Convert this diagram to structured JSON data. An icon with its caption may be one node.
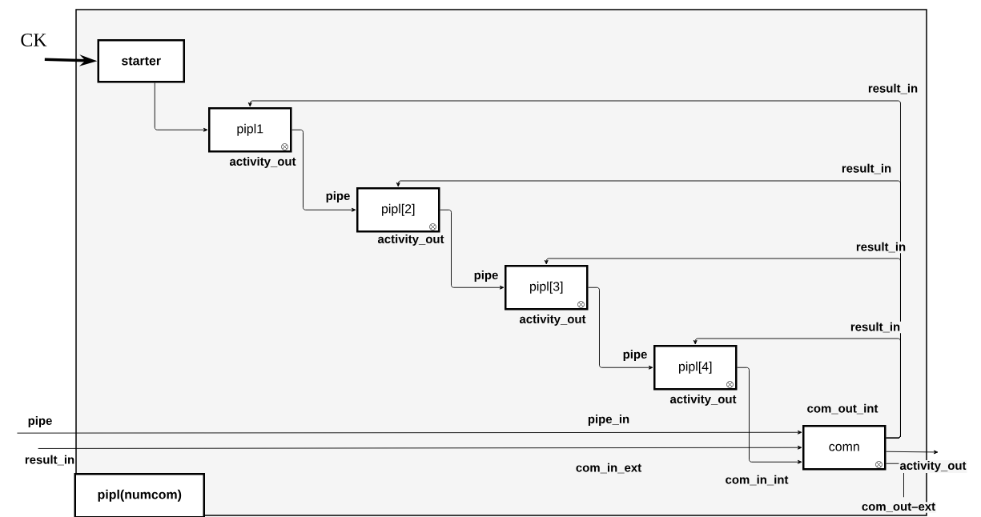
{
  "diagram": {
    "nodes": [
      {
        "text": [],
        "shape": "box"
      },
      {
        "text": [
          "CK"
        ]
      },
      {
        "text": [
          "starter"
        ],
        "in": 0
      },
      {
        "text": [
          "pipl1"
        ],
        "beside": [
          "activity_out"
        ],
        "in": 0
      },
      {
        "text": [
          "pipl[2]"
        ],
        "beside": [
          "activity_out"
        ],
        "in": 0
      },
      {
        "text": [
          "pipl[3]"
        ],
        "beside": [
          "activity_out"
        ],
        "in": 0
      },
      {
        "text": [
          "pipl[4]"
        ],
        "beside": [
          "activity_out"
        ],
        "in": 0
      },
      {
        "text": [
          "comn"
        ],
        "beside": [
          "com_out_int"
        ],
        "in": 0
      },
      {
        "text": [
          "pipl(numcom)"
        ],
        "in": 0
      },
      {
        "text": [
          "pipe"
        ]
      },
      {
        "text": [
          "result_in"
        ]
      }
    ],
    "edges": [
      {
        "from": 1,
        "to": 2,
        "arrow": "to",
        "style": "thick"
      },
      {
        "from": 2,
        "to": 3,
        "arrow": "to"
      },
      {
        "from": 3,
        "to": 4,
        "arrow": "to",
        "label": "pipe"
      },
      {
        "from": 4,
        "to": 5,
        "arrow": "to",
        "label": "pipe"
      },
      {
        "from": 5,
        "to": 6,
        "arrow": "to",
        "label": "pipe"
      },
      {
        "from": 7,
        "to": 3,
        "arrow": "to",
        "label": "result_in"
      },
      {
        "from": 7,
        "to": 4,
        "arrow": "to",
        "label": "result_in"
      },
      {
        "from": 7,
        "to": 5,
        "arrow": "to",
        "label": "result_in"
      },
      {
        "from": 7,
        "to": 6,
        "arrow": "to",
        "label": "result_in"
      },
      {
        "from": 6,
        "to": 7,
        "arrow": "to",
        "label": "com_in_int"
      },
      {
        "from": 9,
        "to": 7,
        "arrow": "to",
        "label": "pipe_in"
      },
      {
        "from": 10,
        "to": 7,
        "arrow": "to",
        "label": "com_in_ext"
      },
      {
        "from": 7,
        "to": null,
        "arrow": "to",
        "label": "activity_out"
      },
      {
        "from": 7,
        "to": null,
        "arrow": "none",
        "label": "com_out–ext"
      }
    ]
  }
}
